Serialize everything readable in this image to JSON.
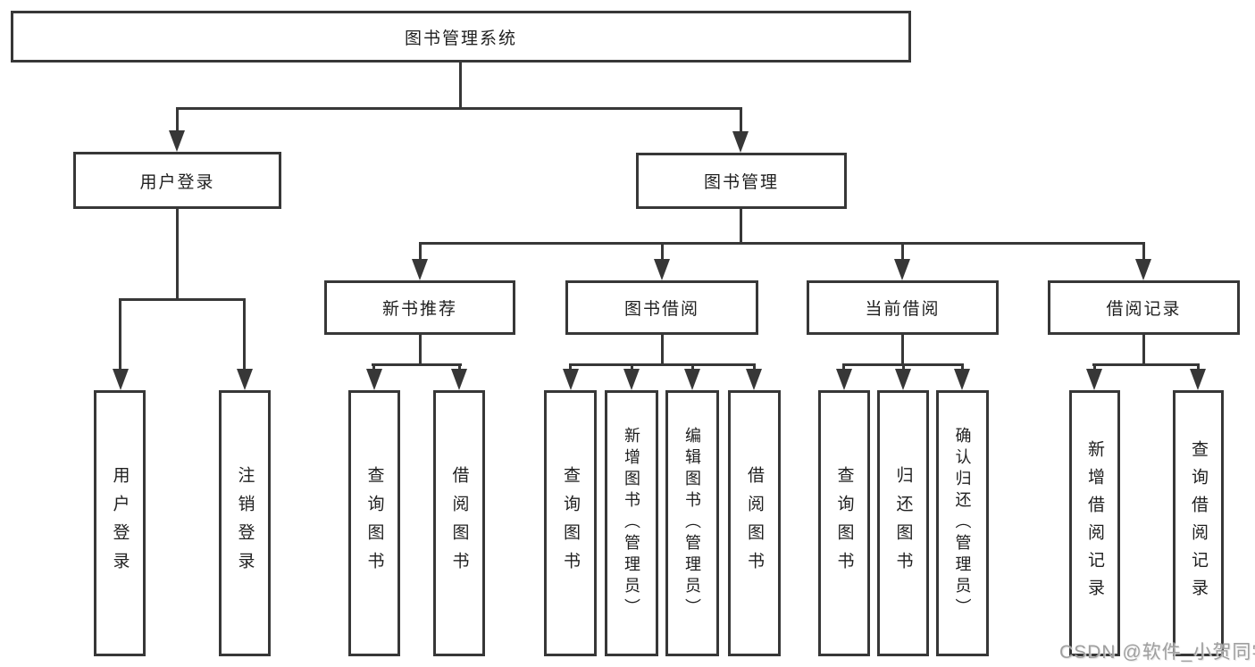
{
  "tree": {
    "label": "图书管理系统",
    "children": [
      {
        "label": "用户登录",
        "children": [
          {
            "label": "用户登录"
          },
          {
            "label": "注销登录"
          }
        ]
      },
      {
        "label": "图书管理",
        "children": [
          {
            "label": "新书推荐",
            "children": [
              {
                "label": "查询图书"
              },
              {
                "label": "借阅图书"
              }
            ]
          },
          {
            "label": "图书借阅",
            "children": [
              {
                "label": "查询图书"
              },
              {
                "label": "新增图书（管理员）"
              },
              {
                "label": "编辑图书（管理员）"
              },
              {
                "label": "借阅图书"
              }
            ]
          },
          {
            "label": "当前借阅",
            "children": [
              {
                "label": "查询图书"
              },
              {
                "label": "归还图书"
              },
              {
                "label": "确认归还（管理员）"
              }
            ]
          },
          {
            "label": "借阅记录",
            "children": [
              {
                "label": "新增借阅记录"
              },
              {
                "label": "查询借阅记录"
              }
            ]
          }
        ]
      }
    ]
  },
  "watermark": "CSDN @软件_小贺同学",
  "colors": {
    "line": "#373737",
    "text": "#1f1f1f",
    "background": "#ffffff",
    "watermark": "#9f9f9f"
  }
}
